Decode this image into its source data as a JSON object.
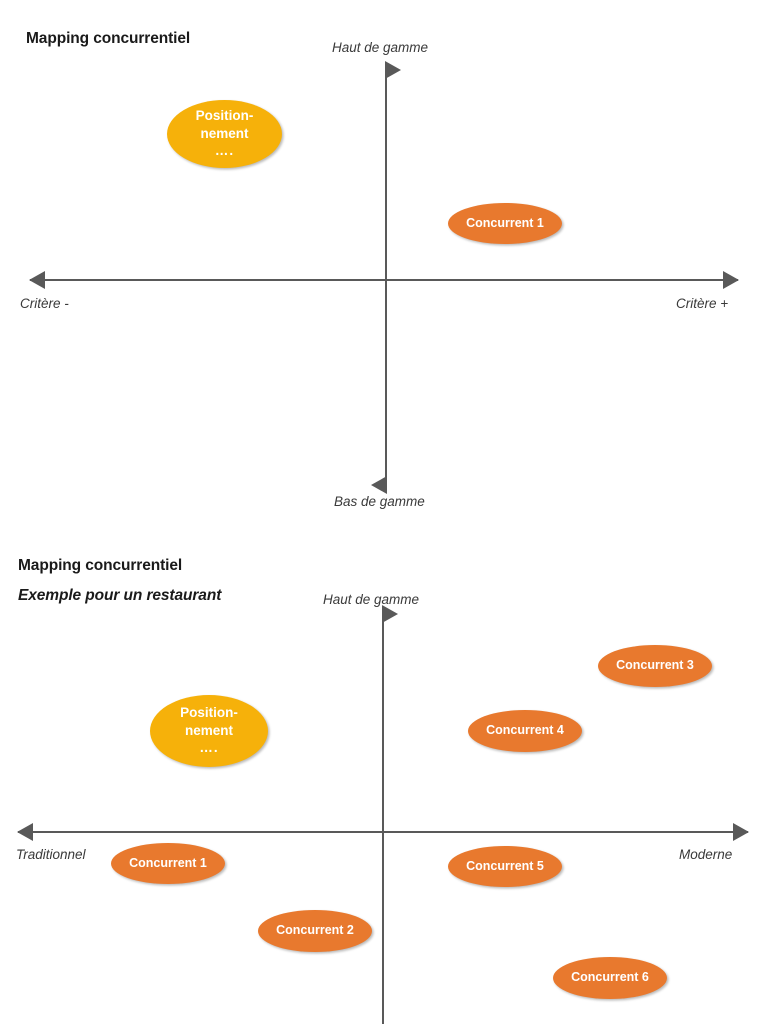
{
  "charts": [
    {
      "id": "chart-1",
      "title": "Mapping concurrentiel",
      "subtitle": "",
      "axes": {
        "top": "Haut de gamme",
        "bottom": "Bas de gamme",
        "left": "Critère -",
        "right": "Critère +"
      },
      "bubbles": [
        {
          "label_line1": "Position-",
          "label_line2": "nement",
          "label_line3": "….",
          "kind": "positioning",
          "color": "#F6B10A"
        },
        {
          "label": "Concurrent 1",
          "kind": "competitor",
          "color": "#E8792E"
        }
      ]
    },
    {
      "id": "chart-2",
      "title": "Mapping concurrentiel",
      "subtitle": "Exemple pour un restaurant",
      "axes": {
        "top": "Haut de gamme",
        "bottom": "",
        "left": "Traditionnel",
        "right": "Moderne"
      },
      "bubbles": [
        {
          "label_line1": "Position-",
          "label_line2": "nement",
          "label_line3": "….",
          "kind": "positioning",
          "color": "#F6B10A"
        },
        {
          "label": "Concurrent 3",
          "kind": "competitor",
          "color": "#E8792E"
        },
        {
          "label": "Concurrent 4",
          "kind": "competitor",
          "color": "#E8792E"
        },
        {
          "label": "Concurrent 1",
          "kind": "competitor",
          "color": "#E8792E"
        },
        {
          "label": "Concurrent 5",
          "kind": "competitor",
          "color": "#E8792E"
        },
        {
          "label": "Concurrent 2",
          "kind": "competitor",
          "color": "#E8792E"
        },
        {
          "label": "Concurrent 6",
          "kind": "competitor",
          "color": "#E8792E"
        }
      ]
    }
  ],
  "colors": {
    "positioning": "#F6B10A",
    "competitor": "#E8792E",
    "axis": "#595959",
    "text": "#1a1a1a"
  },
  "chart_data": [
    {
      "type": "scatter",
      "title": "Mapping concurrentiel",
      "subtitle": "",
      "xlabel": "Critère - / Critère +",
      "ylabel": "Bas de gamme / Haut de gamme",
      "xlim": [
        -1,
        1
      ],
      "ylim": [
        -1,
        1
      ],
      "grid": false,
      "legend": "none",
      "axis_labels": {
        "x_negative": "Critère -",
        "x_positive": "Critère +",
        "y_negative": "Bas de gamme",
        "y_positive": "Haut de gamme"
      },
      "points": [
        {
          "label": "Positionnement ….",
          "x": -0.46,
          "y": 0.66,
          "series": "positioning"
        },
        {
          "label": "Concurrent 1",
          "x": 0.34,
          "y": 0.26,
          "series": "competitors"
        }
      ]
    },
    {
      "type": "scatter",
      "title": "Mapping concurrentiel",
      "subtitle": "Exemple pour un restaurant",
      "xlabel": "Traditionnel / Moderne",
      "ylabel": "Haut de gamme",
      "xlim": [
        -1,
        1
      ],
      "ylim": [
        -1,
        1
      ],
      "grid": false,
      "legend": "none",
      "axis_labels": {
        "x_negative": "Traditionnel",
        "x_positive": "Moderne",
        "y_positive": "Haut de gamme"
      },
      "points": [
        {
          "label": "Positionnement ….",
          "x": -0.48,
          "y": 0.47,
          "series": "positioning"
        },
        {
          "label": "Concurrent 3",
          "x": 0.73,
          "y": 0.7,
          "series": "competitors"
        },
        {
          "label": "Concurrent 4",
          "x": 0.38,
          "y": 0.44,
          "series": "competitors"
        },
        {
          "label": "Concurrent 1",
          "x": -0.57,
          "y": -0.12,
          "series": "competitors"
        },
        {
          "label": "Concurrent 5",
          "x": 0.32,
          "y": -0.14,
          "series": "competitors"
        },
        {
          "label": "Concurrent 2",
          "x": -0.18,
          "y": -0.38,
          "series": "competitors"
        },
        {
          "label": "Concurrent 6",
          "x": 0.59,
          "y": -0.88,
          "series": "competitors"
        }
      ]
    }
  ]
}
